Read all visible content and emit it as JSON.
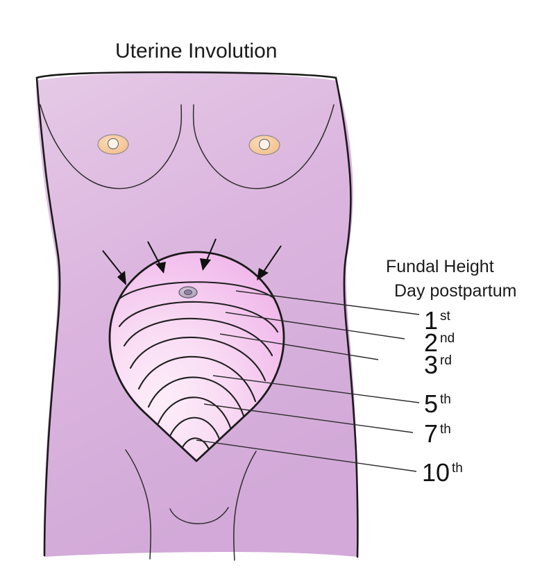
{
  "figure": {
    "title": "Uterine Involution",
    "legend": {
      "header_line1": "Fundal Height",
      "header_line2": "Day postpartum"
    },
    "days": [
      {
        "number": "1",
        "suffix": "st"
      },
      {
        "number": "2",
        "suffix": "nd"
      },
      {
        "number": "3",
        "suffix": "rd"
      },
      {
        "number": "5",
        "suffix": "th"
      },
      {
        "number": "7",
        "suffix": "th"
      },
      {
        "number": "10",
        "suffix": "th"
      }
    ],
    "anatomy": {
      "torso_label": "female-torso",
      "uterus_label": "uterus-fundus",
      "navel_label": "navel",
      "left_nipple_label": "left-nipple",
      "right_nipple_label": "right-nipple",
      "arrow_count": 4,
      "involution_line_count": 9
    },
    "colors": {
      "background": "#ffffff",
      "torso_fill": "#dcb6df",
      "torso_fill_light": "#e3c4e4",
      "uterus_fill": "#f2bced",
      "uterus_fill_light": "#fbe4f6",
      "outline": "#1a1a1a",
      "areola": "#f7c99b",
      "nipple": "#fdf0e2",
      "navel": "#b9a7c4",
      "text": "#111111"
    }
  }
}
